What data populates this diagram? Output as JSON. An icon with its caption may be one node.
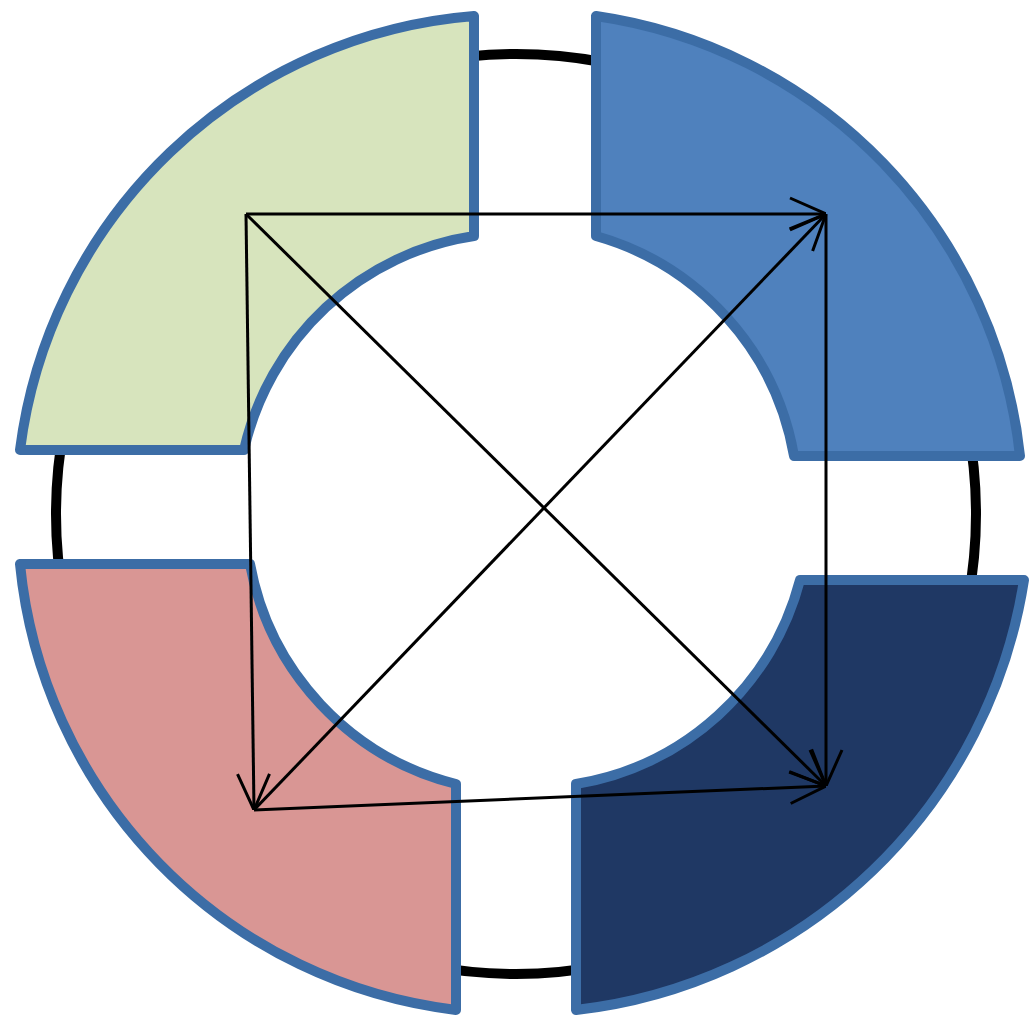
{
  "diagram": {
    "nodes": [
      {
        "text": [],
        "shape": "box"
      },
      {
        "text": [],
        "shape": "box"
      },
      {
        "text": [],
        "shape": "box"
      },
      {
        "text": [],
        "shape": "box"
      }
    ],
    "edges": [
      {
        "from": 0,
        "to": 1,
        "arrow": "to"
      },
      {
        "from": 0,
        "to": 2,
        "arrow": "to"
      },
      {
        "from": 0,
        "to": 3,
        "arrow": "to"
      },
      {
        "from": 2,
        "to": 1,
        "arrow": "to"
      },
      {
        "from": 2,
        "to": 3,
        "arrow": "to"
      },
      {
        "from": 1,
        "to": 3,
        "arrow": "to"
      }
    ]
  }
}
